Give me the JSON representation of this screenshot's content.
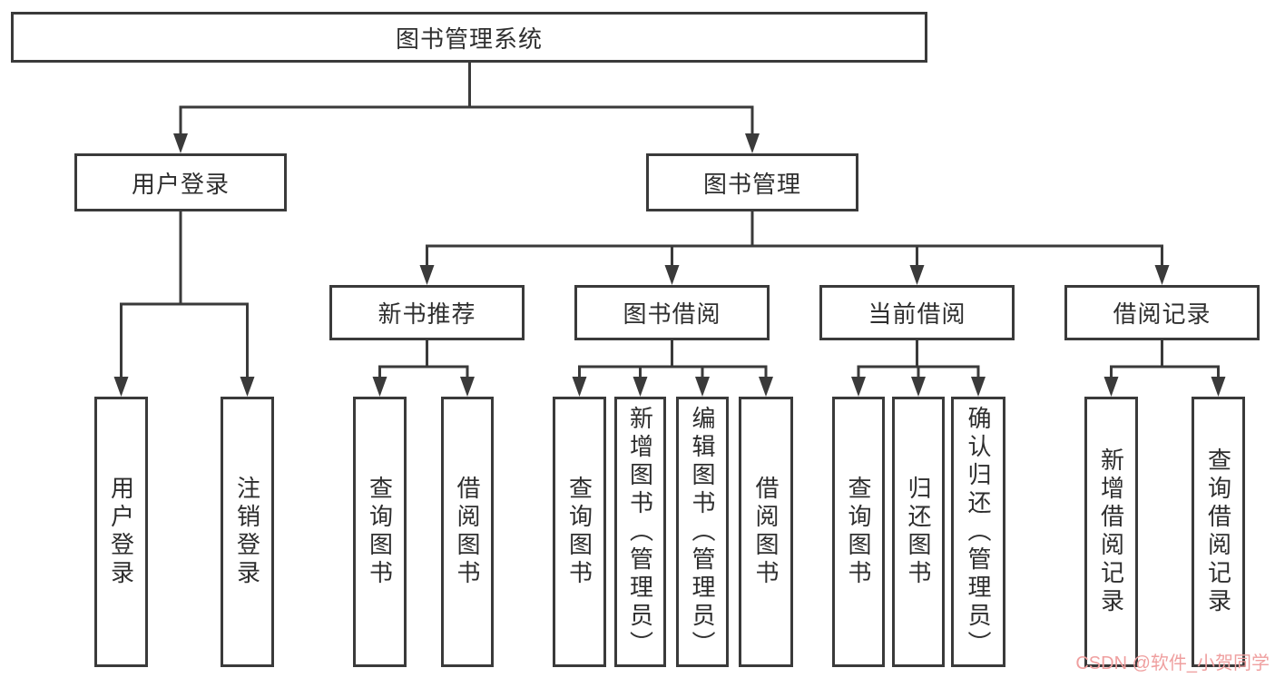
{
  "diagram": {
    "root": {
      "label": "图书管理系统"
    },
    "level2": {
      "user_login": {
        "label": "用户登录"
      },
      "book_mgmt": {
        "label": "图书管理"
      }
    },
    "level3": {
      "new_books": {
        "label": "新书推荐"
      },
      "borrowing": {
        "label": "图书借阅"
      },
      "current": {
        "label": "当前借阅"
      },
      "records": {
        "label": "借阅记录"
      }
    },
    "leaves": {
      "user_login_1": {
        "label": "用户登录"
      },
      "user_login_2": {
        "label": "注销登录"
      },
      "new_books_1": {
        "label": "查询图书"
      },
      "new_books_2": {
        "label": "借阅图书"
      },
      "borrowing_1": {
        "label": "查询图书"
      },
      "borrowing_2": {
        "label": "新增图书（管理员）"
      },
      "borrowing_3": {
        "label": "编辑图书（管理员）"
      },
      "borrowing_4": {
        "label": "借阅图书"
      },
      "current_1": {
        "label": "查询图书"
      },
      "current_2": {
        "label": "归还图书"
      },
      "current_3": {
        "label": "确认归还（管理员）"
      },
      "records_1": {
        "label": "新增借阅记录"
      },
      "records_2": {
        "label": "查询借阅记录"
      }
    },
    "colors": {
      "line": "#3a3a3a",
      "text": "#2e2e2e",
      "background": "#ffffff"
    }
  },
  "watermark": {
    "text": "CSDN @软件_小贺同学",
    "color": "#ef9f9f"
  }
}
